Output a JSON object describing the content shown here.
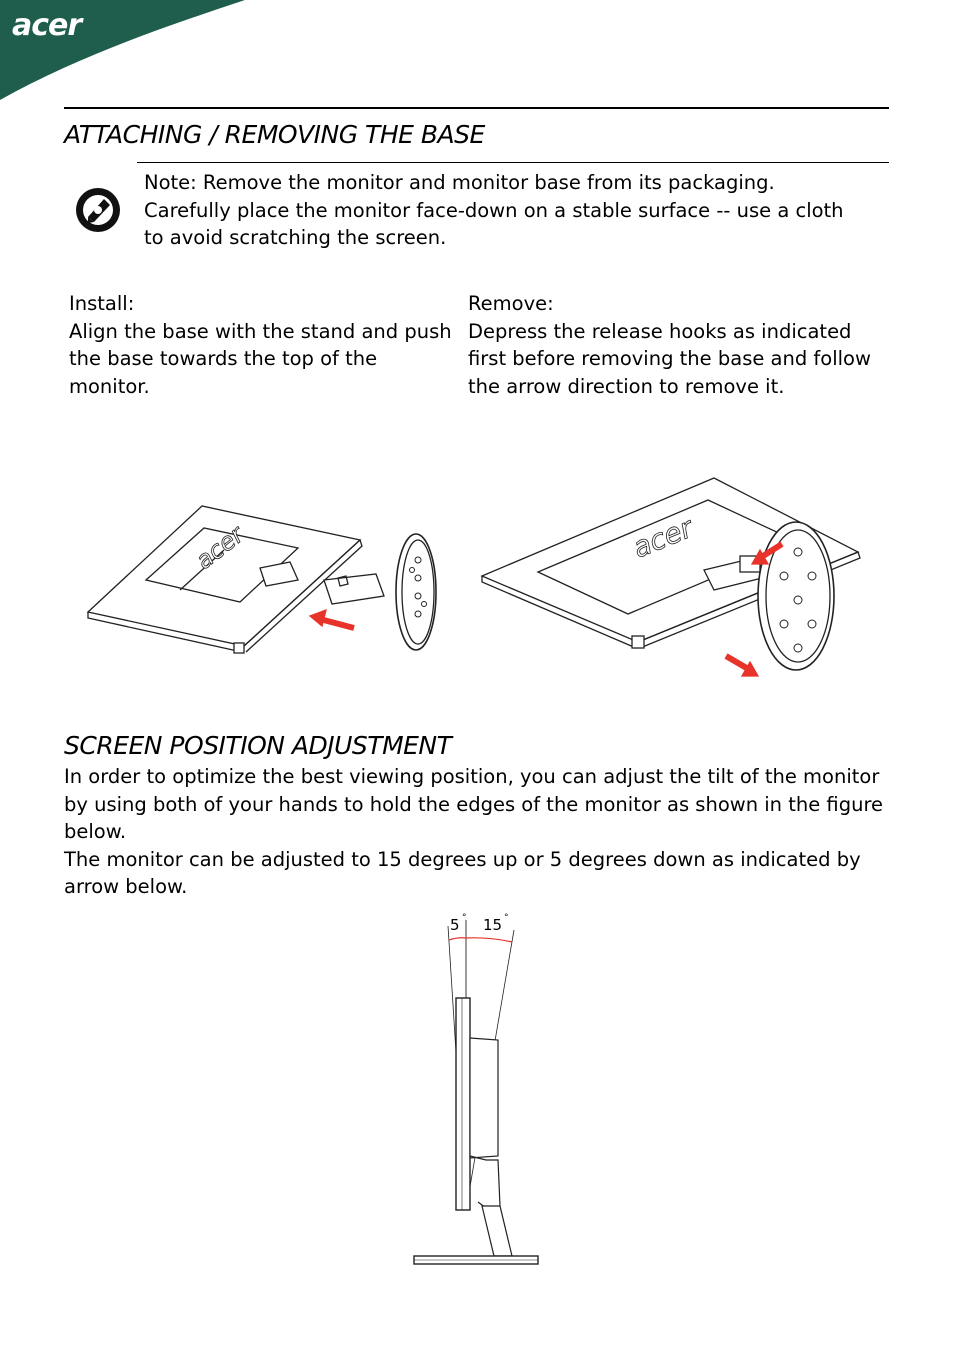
{
  "brand": {
    "logo_text": "acer",
    "corner_color": "#1f5d4d"
  },
  "section1": {
    "heading": "ATTACHING / REMOVING THE BASE",
    "note": {
      "icon": "note-icon",
      "text": "Note: Remove the monitor and monitor base from its packaging. Carefully place the monitor face-down on a stable surface -- use a cloth to avoid scratching the screen."
    },
    "install": {
      "label": "Install:",
      "text": "Align the base with the stand and push the base towards the top of the monitor."
    },
    "remove": {
      "label": "Remove:",
      "text": "Depress the release hooks as indicated first before removing the base and follow the arrow direction to remove it."
    },
    "figure_install_logo": "acer",
    "figure_remove_logo": "acer",
    "arrow_color": "#e8332a"
  },
  "section2": {
    "heading": "SCREEN POSITION ADJUSTMENT",
    "paragraph1": "In order to optimize the best viewing position, you can adjust the tilt of the monitor by using both of your hands to hold the edges of the monitor as shown in the figure below.",
    "paragraph2": "The monitor can be adjusted to 15 degrees up or 5 degrees down as indicated by arrow below.",
    "tilt_down": "5",
    "tilt_up": "15",
    "degree_symbol": "°"
  }
}
